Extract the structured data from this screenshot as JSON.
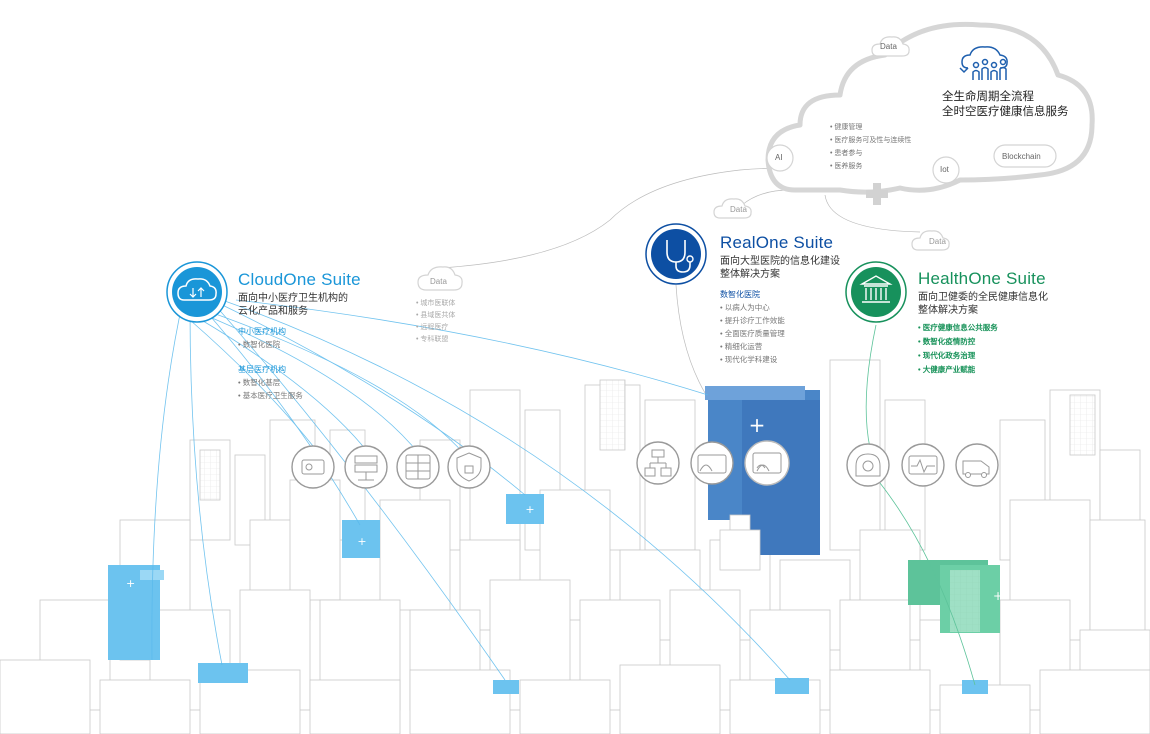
{
  "colors": {
    "cloud_one": "#1a96d8",
    "real_one": "#0d4fa3",
    "health_one": "#17915c",
    "building_blue_light": "#6cc3ef",
    "building_blue_dark": "#4a86c8",
    "building_green": "#5dc39a"
  },
  "top_cloud": {
    "title_line1": "全生命周期全流程",
    "title_line2": "全时空医疗健康信息服务",
    "icon": "people-cloud-icon",
    "labels": {
      "data": "Data",
      "ai": "AI",
      "iot": "Iot",
      "blockchain": "Blockchain"
    },
    "items": [
      "健康管理",
      "医疗服务可及性与连续性",
      "患者参与",
      "医养服务"
    ]
  },
  "mid_cloud": {
    "label": "Data",
    "items": [
      "城市医联体",
      "县域医共体",
      "远程医疗",
      "专科联盟"
    ]
  },
  "real_data_label": "Data",
  "health_data_label": "Data",
  "cloud_one": {
    "title": "CloudOne Suite",
    "subtitle_line1": "面向中小医疗卫生机构的",
    "subtitle_line2": "云化产品和服务",
    "icon": "cloud-sync-icon",
    "groups": [
      {
        "label": "中小医疗机构",
        "items": [
          "数智化医院"
        ]
      },
      {
        "label": "基层医疗机构",
        "items": [
          "数智化基层",
          "基本医疗卫生服务"
        ]
      }
    ]
  },
  "real_one": {
    "title": "RealOne Suite",
    "subtitle_line1": "面向大型医院的信息化建设",
    "subtitle_line2": "整体解决方案",
    "icon": "stethoscope-icon",
    "group_label": "数智化医院",
    "items": [
      "以病人为中心",
      "提升诊疗工作效能",
      "全面医疗质量管理",
      "精细化运营",
      "现代化学科建设"
    ]
  },
  "health_one": {
    "title": "HealthOne Suite",
    "subtitle_line1": "面向卫健委的全民健康信息化",
    "subtitle_line2": "整体解决方案",
    "icon": "government-building-icon",
    "items": [
      "医疗健康信息公共服务",
      "数智化疫情防控",
      "现代化政务治理",
      "大健康产业赋能"
    ]
  },
  "service_icons": [
    "medical-device-icon",
    "server-icon",
    "report-grid-icon",
    "security-shield-icon",
    "workflow-icon",
    "wifi-device-icon",
    "monitor-icon",
    "ct-scanner-icon",
    "ecg-icon",
    "ambulance-icon"
  ]
}
